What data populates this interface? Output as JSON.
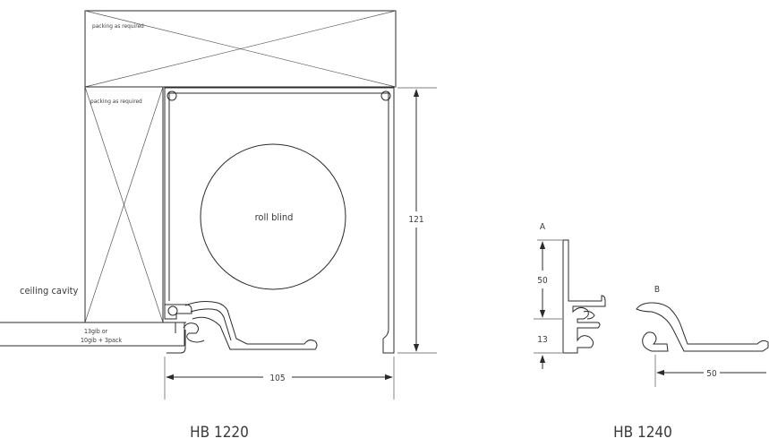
{
  "labels": {
    "packing_top": "packing as required",
    "packing_side": "packing as required",
    "roll_blind": "roll blind",
    "ceiling_cavity": "ceiling cavity",
    "gib_line1": "13gib or",
    "gib_line2": "10gib + 3pack",
    "dim_height_1220": "121",
    "dim_width_1220": "105",
    "title_1220": "HB 1220",
    "part_a": "A",
    "part_b": "B",
    "dim_a_upper": "50",
    "dim_a_lower": "13",
    "dim_b_width": "50",
    "title_1240": "HB 1240"
  }
}
